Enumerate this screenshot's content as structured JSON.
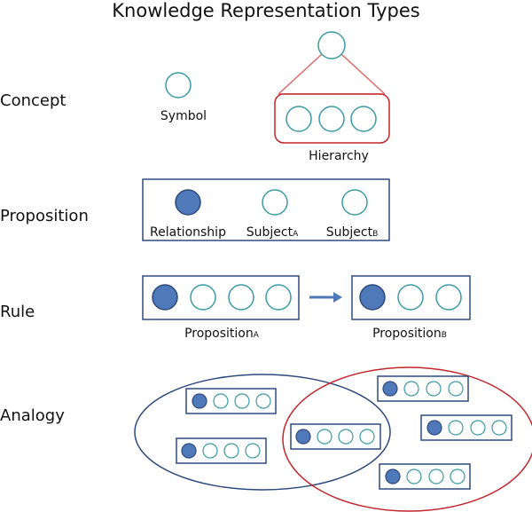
{
  "title": "Knowledge Representation Types",
  "rows": {
    "concept": "Concept",
    "proposition": "Proposition",
    "rule": "Rule",
    "analogy": "Analogy"
  },
  "concept": {
    "symbol_label": "Symbol",
    "hierarchy_label": "Hierarchy"
  },
  "proposition": {
    "relationship_label": "Relationship",
    "subject_a": {
      "base": "Subject",
      "sub": "A"
    },
    "subject_b": {
      "base": "Subject",
      "sub": "B"
    }
  },
  "rule": {
    "proposition_a": {
      "base": "Proposition",
      "sub": "A"
    },
    "proposition_b": {
      "base": "Proposition",
      "sub": "B"
    }
  },
  "colors": {
    "teal": "#3a9aa6",
    "navy": "#2e4a7d",
    "fill_blue": "#4f79b8",
    "red": "#c0262c",
    "hier_line": "#e06767"
  }
}
